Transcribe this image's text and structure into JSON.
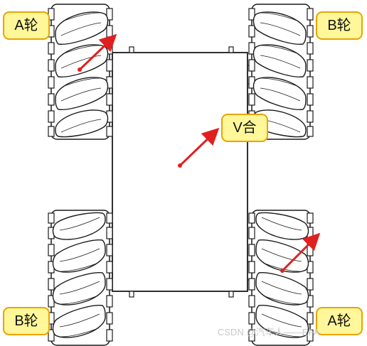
{
  "labels": {
    "a_top": "A轮",
    "b_top": "B轮",
    "v_center": "V合",
    "b_bottom": "B轮",
    "a_bottom": "A轮"
  },
  "watermark": "CSDN @汽车人——EFA",
  "colors": {
    "label_fill": "#fff799",
    "label_border": "#e8a400",
    "arrow": "#e02020",
    "outline": "#1a1a1a"
  }
}
